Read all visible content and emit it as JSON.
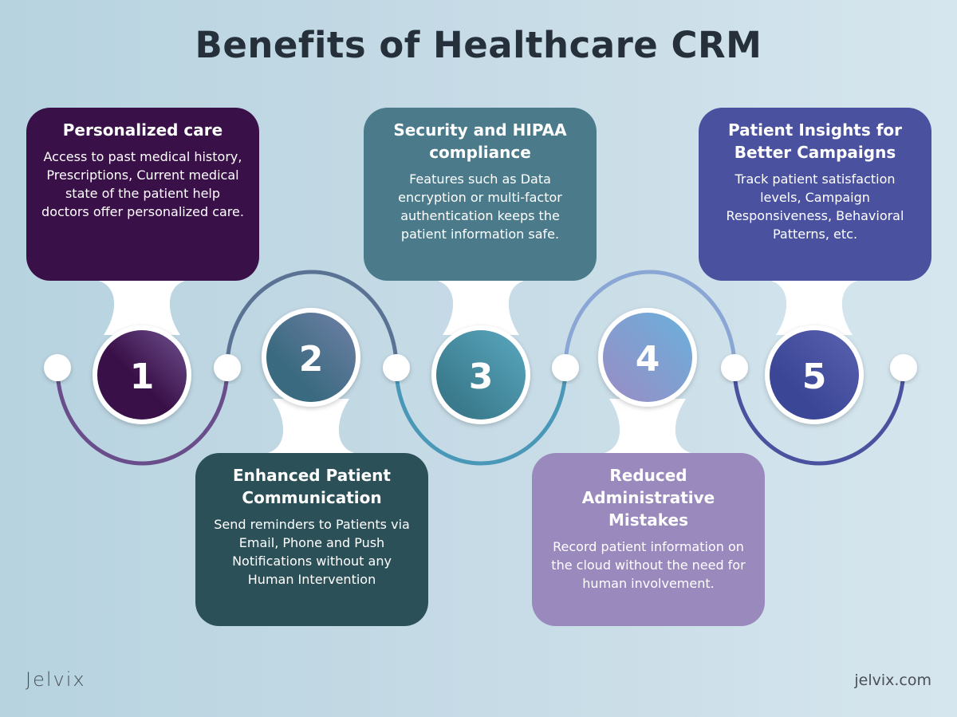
{
  "title": "Benefits of Healthcare CRM",
  "steps": [
    {
      "number": "1",
      "heading": "Personalized care",
      "text": "Access to past medical history, Prescriptions, Current medical state of the patient help doctors offer personalized care.",
      "color": "#3a1048"
    },
    {
      "number": "2",
      "heading": "Enhanced Patient Communication",
      "text": "Send reminders to Patients via Email, Phone and Push Notifications without any Human Intervention",
      "color": "#2b5058"
    },
    {
      "number": "3",
      "heading": "Security and HIPAA compliance",
      "text": "Features such as Data encryption or multi-factor authentication keeps the patient information safe.",
      "color": "#4b7b8b"
    },
    {
      "number": "4",
      "heading": "Reduced Administrative Mistakes",
      "text": "Record patient information on the cloud without the need for human involvement.",
      "color": "#9a89bc"
    },
    {
      "number": "5",
      "heading": "Patient Insights for Better Campaigns",
      "text": "Track patient satisfaction levels, Campaign Responsiveness, Behavioral Patterns, etc.",
      "color": "#4a52a0"
    }
  ],
  "footer": {
    "logo": "Jelvix",
    "website": "jelvix.com"
  }
}
